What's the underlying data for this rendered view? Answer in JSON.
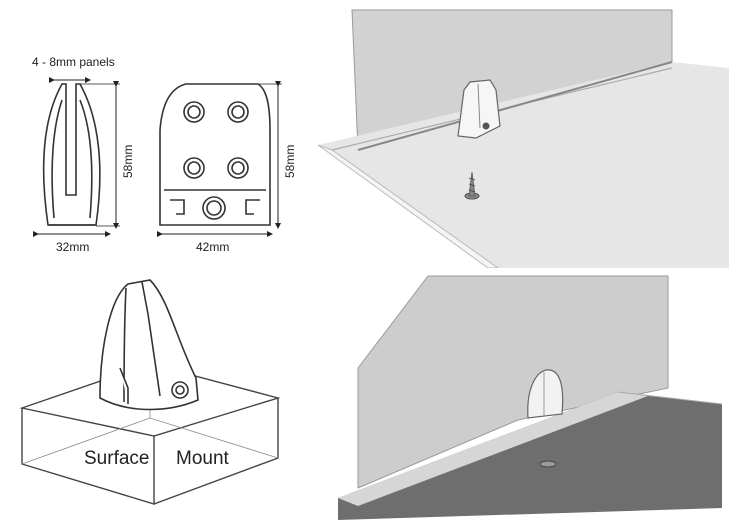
{
  "dimensions": {
    "panel_range_label": "4 - 8mm panels",
    "side_height_label": "58mm",
    "side_width_label": "32mm",
    "front_height_label": "58mm",
    "front_width_label": "42mm"
  },
  "iso_view": {
    "caption_left": "Surface",
    "caption_right": "Mount"
  },
  "colors": {
    "line": "#333333",
    "panel_fill": "#c9c9c9",
    "table_top": "#e6e6e6",
    "table_edge": "#d2d2d2",
    "clamp": "#f2f2f2",
    "shadow": "#6e6e6e"
  }
}
